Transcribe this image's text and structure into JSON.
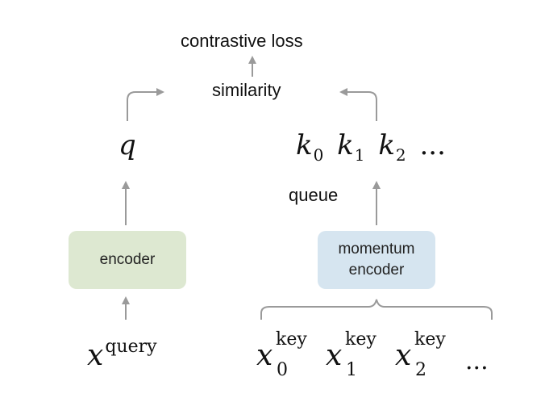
{
  "title": "contrastive loss",
  "similarity": "similarity",
  "queue_label": "queue",
  "query": {
    "vector": "q",
    "encoder": "encoder",
    "input_base": "x",
    "input_sup": "query"
  },
  "key": {
    "encoder": "momentum\nencoder",
    "keys": [
      {
        "base": "k",
        "sub": "0"
      },
      {
        "base": "k",
        "sub": "1"
      },
      {
        "base": "k",
        "sub": "2"
      }
    ],
    "keys_ellipsis": "...",
    "inputs": [
      {
        "base": "x",
        "sup": "key",
        "sub": "0"
      },
      {
        "base": "x",
        "sup": "key",
        "sub": "1"
      },
      {
        "base": "x",
        "sup": "key",
        "sub": "2"
      }
    ],
    "inputs_ellipsis": "..."
  },
  "colors": {
    "encoder_fill": "#dde8d1",
    "momentum_encoder_fill": "#d6e5f0",
    "arrow": "#9a9a9a"
  }
}
